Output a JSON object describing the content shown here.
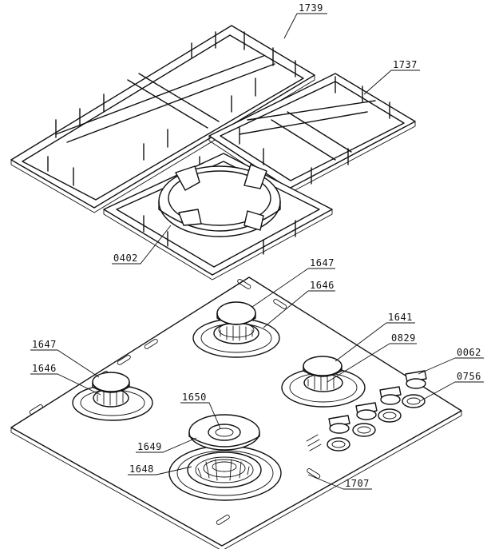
{
  "parts": {
    "p1739": "1739",
    "p1737": "1737",
    "p0402": "0402",
    "p1647a": "1647",
    "p1646a": "1646",
    "p1641": "1641",
    "p0829": "0829",
    "p0062": "0062",
    "p0756": "0756",
    "p1647b": "1647",
    "p1646b": "1646",
    "p1650": "1650",
    "p1649": "1649",
    "p1648": "1648",
    "p1707": "1707"
  }
}
